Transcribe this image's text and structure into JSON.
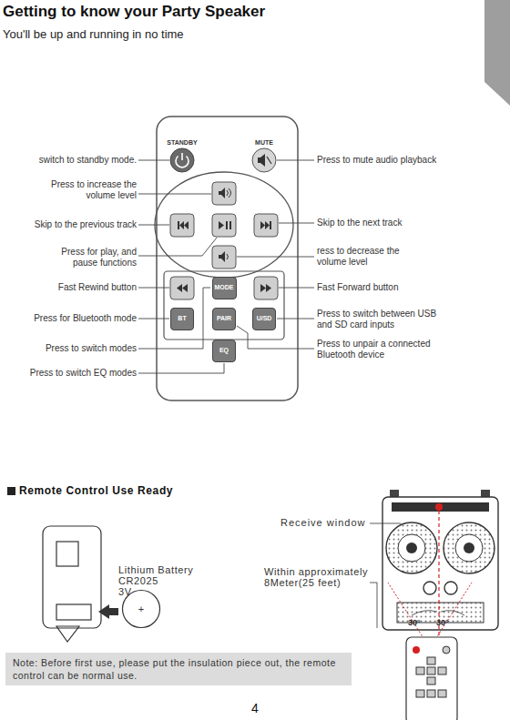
{
  "diagram": {
    "title": "Getting to know your Party Speaker",
    "nodes": [
      {
        "text": [
          "MODE"
        ]
      },
      {
        "text": [
          "BT"
        ]
      },
      {
        "text": [
          "PAIR"
        ]
      },
      {
        "text": [
          "U/SD"
        ]
      },
      {
        "text": [
          "EQ"
        ]
      },
      {
        "text": [
          "+"
        ]
      },
      {
        "text": [
          "Note: Before first use, please put the insulation piece out, the remote control can be normal use."
        ]
      }
    ],
    "labels": [
      "You'll be up and running in no time",
      "STANDBY",
      "MUTE",
      "switch to standby mode.",
      "Press to mute audio playback",
      "Press to increase the volume level",
      "Skip to the previous track",
      "Skip to the next track",
      "Press for play, and pause functions",
      "ress to decrease the volume level",
      "Fast Rewind button",
      "Fast Forward button",
      "Press for Bluetooth mode",
      "Press to switch between USB and SD card inputs",
      "Press to switch modes",
      "Press to unpair a connected Bluetooth device",
      "Press to switch EQ modes",
      "Remote Control Use Ready",
      "Receive window",
      "Lithium Battery",
      "CR2025",
      "3V",
      "Within approximately 8Meter(25 feet)",
      "30°",
      "30°",
      "4"
    ]
  }
}
